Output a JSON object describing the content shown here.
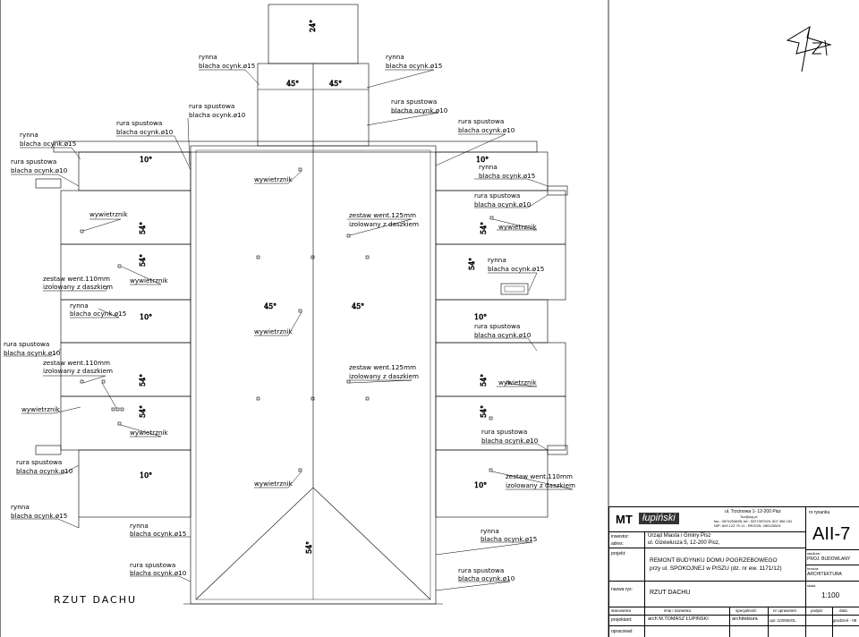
{
  "drawing": {
    "title": "RZUT DACHU",
    "angles": {
      "a24": "24°",
      "a45": "45°",
      "a10": "10°",
      "a54": "54°"
    },
    "labels": {
      "rynna": "rynna",
      "blacha15": "blacha ocynk.ø15",
      "rura": "rura spustowa",
      "blacha10": "blacha ocynk.ø10",
      "wywietrznik": "wywietrznik",
      "zestaw110": "zestaw went.110mm",
      "zestaw125": "zestaw went.125mm",
      "izolowany": "izolowany z daszkiem"
    }
  },
  "title_block": {
    "logo": "MT",
    "logo_script": "łupiński",
    "company": {
      "address": "ul. Trzcinowa 1- 12-200 Pisz",
      "email": "Tcz@wp.pl",
      "phone": "fax.: 0874234655, tel.: 0227397020, 607 366 151",
      "nip": "NIP: 849 122 79 11 - REGON: 280130524"
    },
    "drawing_no_label": "nr rysunku",
    "drawing_no": "AII-7",
    "investor_label": "inwestor:",
    "investor": "Urząd Miasta i Gminy Pisz",
    "address_label": "adres:",
    "address": "ul. Gizewiusza 5, 12-200 Pisz,",
    "project_label": "projekt:",
    "project_line1": "REMONT BUDYNKU DOMU POGRZEBOWEGO",
    "project_line2": "przy ul. SPOKOJNEJ w PISZU (dz. nr ew. 1171/12)",
    "stage_label": "stadium:",
    "stage": "PROJ. BUDOWLANY",
    "branch_label": "branża:",
    "branch": "ARCHITEKTURA",
    "drawing_name_label": "nazwa rys:",
    "drawing_name": "RZUT DACHU",
    "scale_label": "skala",
    "scale": "1:100",
    "columns": {
      "position": "stanowisko",
      "name": "imię i nazwisko",
      "specialty": "specjalność",
      "license": "nr uprawnień",
      "signature": "podpis",
      "date": "data"
    },
    "designer_label": "projektant:",
    "designer_name": "arch M.TOMASZ ŁUPIŃSKI",
    "designer_specialty": "architektura",
    "designer_license": "upr.:1/2005/OL",
    "designer_date": "grudzień - 09",
    "prepared_label": "opracował:"
  }
}
